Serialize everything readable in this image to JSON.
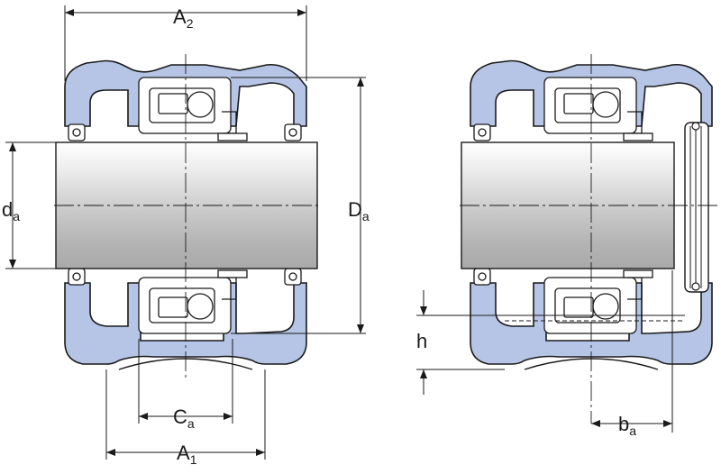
{
  "labels": {
    "A2": {
      "main": "A",
      "sub": "2"
    },
    "A1": {
      "main": "A",
      "sub": "1"
    },
    "Ca": {
      "main": "C",
      "sub": "a"
    },
    "da": {
      "main": "d",
      "sub": "a"
    },
    "Da": {
      "main": "D",
      "sub": "a"
    },
    "h": {
      "main": "h"
    },
    "ba": {
      "main": "b",
      "sub": "a"
    }
  },
  "colors": {
    "housing": "#b6c5e6",
    "outline": "#1a1a1a",
    "background": "#ffffff"
  }
}
